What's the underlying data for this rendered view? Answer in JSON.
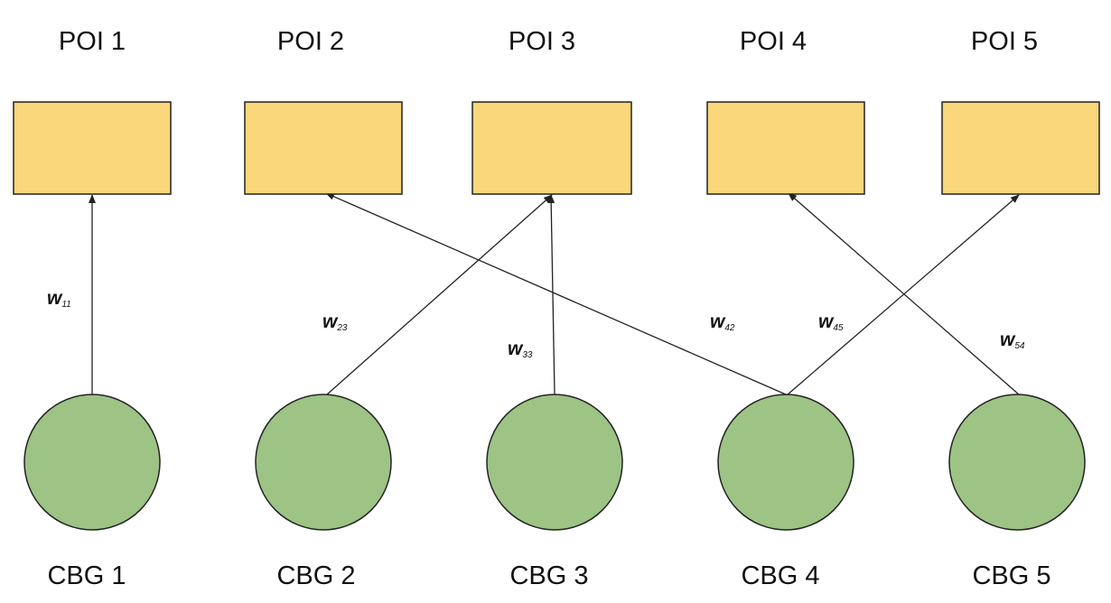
{
  "colors": {
    "poi_fill": "#f9d77a",
    "cbg_fill": "#9dc385",
    "stroke": "#222222"
  },
  "pois": [
    {
      "id": 1,
      "label": "POI 1"
    },
    {
      "id": 2,
      "label": "POI 2"
    },
    {
      "id": 3,
      "label": "POI 3"
    },
    {
      "id": 4,
      "label": "POI 4"
    },
    {
      "id": 5,
      "label": "POI 5"
    }
  ],
  "cbgs": [
    {
      "id": 1,
      "label": "CBG 1"
    },
    {
      "id": 2,
      "label": "CBG 2"
    },
    {
      "id": 3,
      "label": "CBG 3"
    },
    {
      "id": 4,
      "label": "CBG 4"
    },
    {
      "id": 5,
      "label": "CBG 5"
    }
  ],
  "edges": [
    {
      "from_cbg": 1,
      "to_poi": 1,
      "weight": "w",
      "sub": "11"
    },
    {
      "from_cbg": 2,
      "to_poi": 3,
      "weight": "w",
      "sub": "23"
    },
    {
      "from_cbg": 3,
      "to_poi": 3,
      "weight": "w",
      "sub": "33"
    },
    {
      "from_cbg": 4,
      "to_poi": 2,
      "weight": "w",
      "sub": "42"
    },
    {
      "from_cbg": 4,
      "to_poi": 5,
      "weight": "w",
      "sub": "45"
    },
    {
      "from_cbg": 5,
      "to_poi": 4,
      "weight": "w",
      "sub": "54"
    }
  ]
}
